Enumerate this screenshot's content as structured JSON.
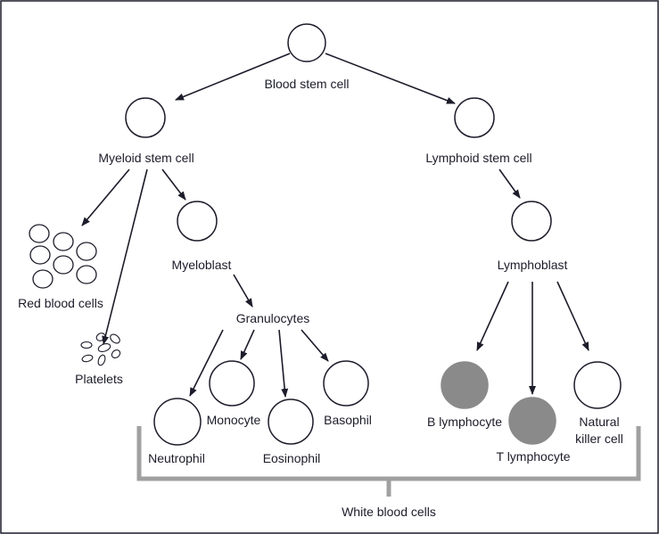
{
  "nodes": {
    "blood_stem_cell": "Blood stem cell",
    "myeloid_stem_cell": "Myeloid stem cell",
    "lymphoid_stem_cell": "Lymphoid stem cell",
    "red_blood_cells": "Red blood cells",
    "platelets": "Platelets",
    "myeloblast": "Myeloblast",
    "lymphoblast": "Lymphoblast",
    "granulocytes": "Granulocytes",
    "neutrophil": "Neutrophil",
    "monocyte": "Monocyte",
    "eosinophil": "Eosinophil",
    "basophil": "Basophil",
    "b_lymphocyte": "B lymphocyte",
    "t_lymphocyte": "T lymphocyte",
    "natural_killer_line1": "Natural",
    "natural_killer_line2": "killer cell"
  },
  "group_label": "White blood cells",
  "colors": {
    "text": "#1c1c2a",
    "filled_cell": "#8a8a8a",
    "bracket": "#a0a0a0"
  }
}
